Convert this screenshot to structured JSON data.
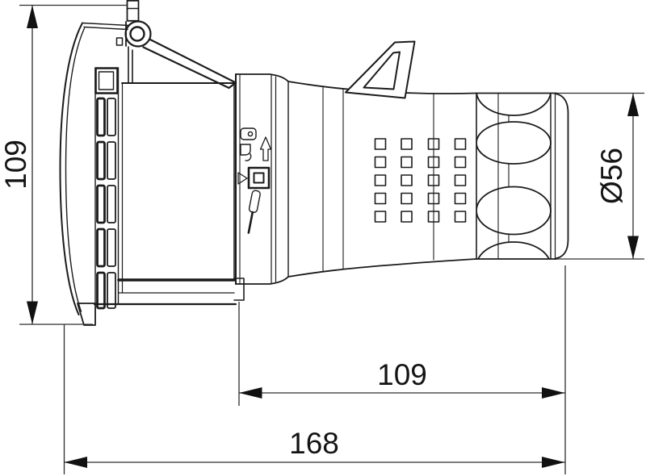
{
  "dimensions": {
    "height_label": "109",
    "diameter_label": "Ø56",
    "socket_length_label": "109",
    "total_length_label": "168"
  },
  "icons": {
    "collar_symbols": [
      "unlock-arrow-icon",
      "press-square-icon",
      "screwdriver-icon"
    ]
  },
  "colors": {
    "line": "#1b1b1b",
    "dimension_line": "#2e2e2e",
    "arrow_fill": "#111111",
    "background": "#ffffff"
  }
}
